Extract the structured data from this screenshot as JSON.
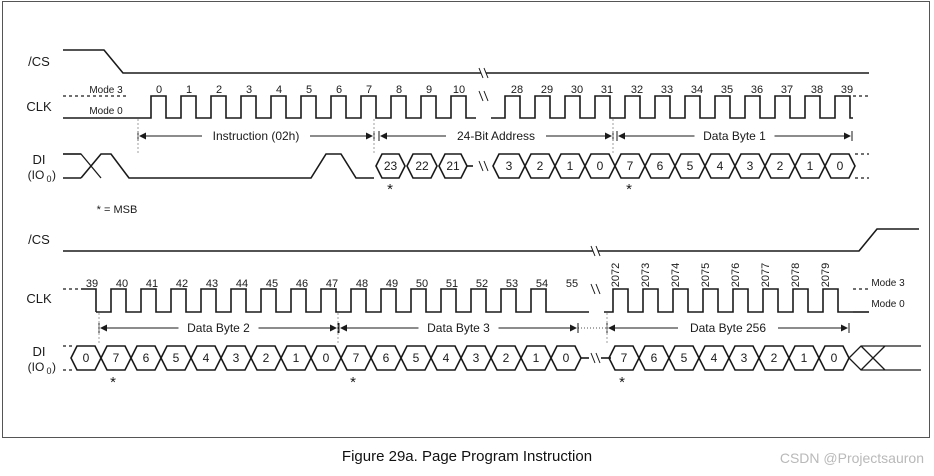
{
  "figure": {
    "caption": "Figure 29a. Page Program Instruction",
    "watermark": "CSDN @Projectsauron"
  },
  "labels": {
    "cs": "/CS",
    "clk": "CLK",
    "di": "DI",
    "io0": "(IO",
    "io0_sub": "0",
    "io0_close": ")",
    "mode3": "Mode 3",
    "mode0": "Mode 0",
    "msb_note": "* = MSB",
    "msb_star": "*"
  },
  "top": {
    "clock_numbers": [
      "0",
      "1",
      "2",
      "3",
      "4",
      "5",
      "6",
      "7",
      "8",
      "9",
      "10",
      "28",
      "29",
      "30",
      "31",
      "32",
      "33",
      "34",
      "35",
      "36",
      "37",
      "38",
      "39"
    ],
    "segments": [
      {
        "label": "Instruction (02h)"
      },
      {
        "label": "24-Bit Address"
      },
      {
        "label": "Data Byte 1"
      }
    ],
    "addr_bits": [
      "23",
      "22",
      "21",
      "3",
      "2",
      "1",
      "0"
    ],
    "data_bits": [
      "7",
      "6",
      "5",
      "4",
      "3",
      "2",
      "1",
      "0"
    ]
  },
  "bottom": {
    "clock_numbers": [
      "39",
      "40",
      "41",
      "42",
      "43",
      "44",
      "45",
      "46",
      "47",
      "48",
      "49",
      "50",
      "51",
      "52",
      "53",
      "54",
      "55",
      "2072",
      "2073",
      "2074",
      "2075",
      "2076",
      "2077",
      "2078",
      "2079"
    ],
    "segments": [
      {
        "label": "Data Byte 2"
      },
      {
        "label": "Data Byte 3"
      },
      {
        "label": "Data Byte 256"
      }
    ],
    "lead_bit": "0",
    "byte_bits": [
      "7",
      "6",
      "5",
      "4",
      "3",
      "2",
      "1",
      "0"
    ]
  }
}
